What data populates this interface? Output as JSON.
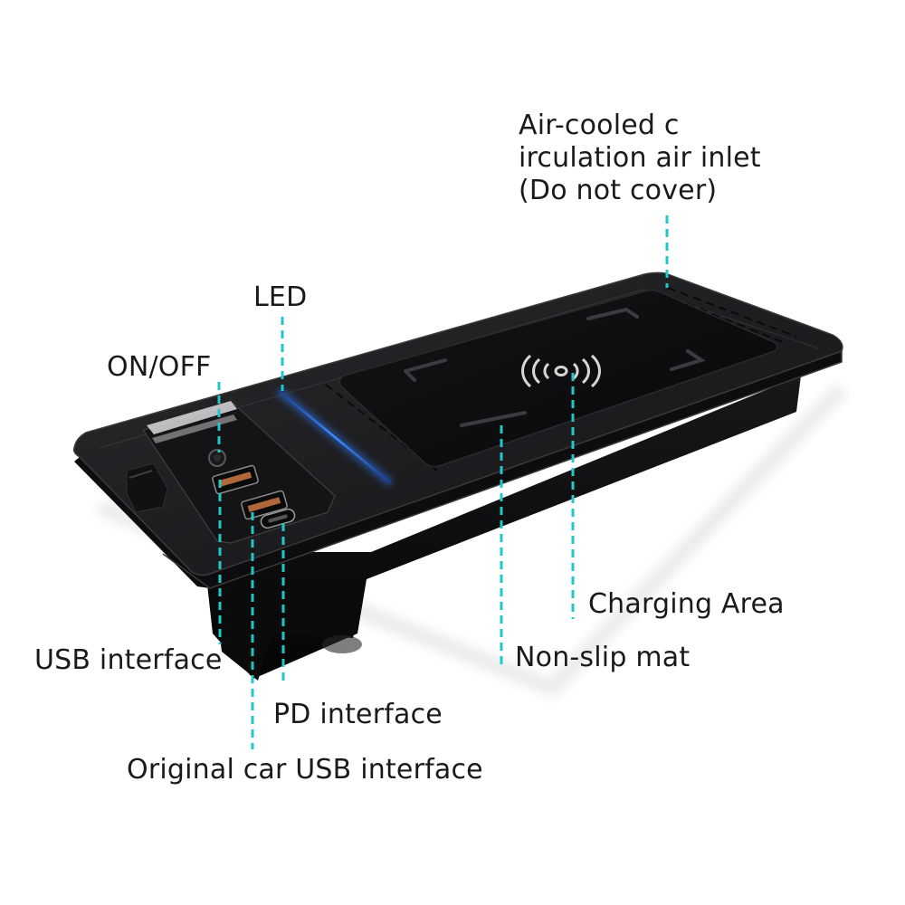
{
  "callouts": {
    "air_inlet": {
      "lines": [
        "Air-cooled c",
        "irculation air inlet",
        "(Do not cover)"
      ]
    },
    "led": "LED",
    "on_off": "ON/OFF",
    "charging_area": "Charging Area",
    "non_slip_mat": "Non-slip mat",
    "usb_interface": "USB interface",
    "pd_interface": "PD interface",
    "original_car_usb_interface": "Original car USB interface"
  },
  "colors": {
    "leader_line": "#22c7c7",
    "led_glow": "#2f7bff",
    "tray_body": "#1c1c1e",
    "tray_edge": "#3a3a3c",
    "charging_pad": "#0e0e10",
    "text": "#1a1a1a",
    "background": "#ffffff"
  },
  "icons": {
    "wireless_charging": "wireless-charging-icon"
  }
}
